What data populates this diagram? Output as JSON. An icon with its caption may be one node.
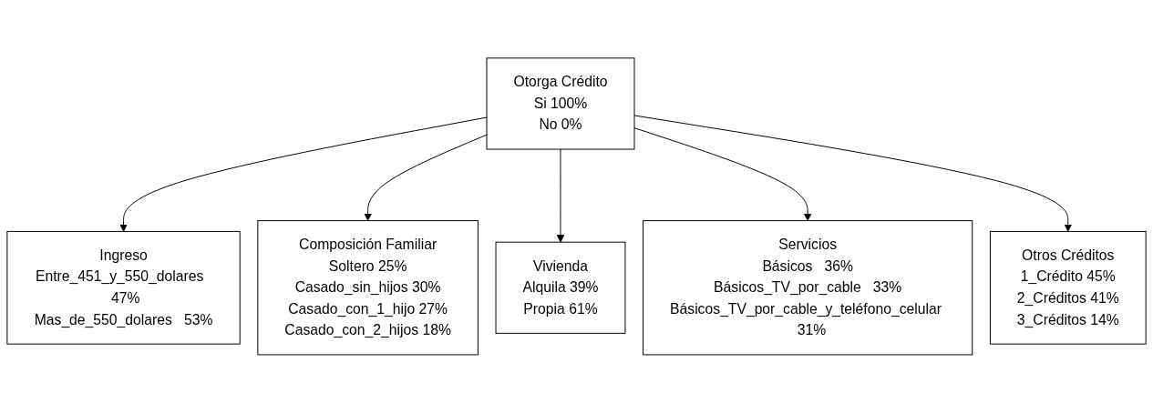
{
  "diagram": {
    "nodes": [
      {
        "text": [
          "Otorga Crédito",
          "Si",
          "100%",
          "No",
          "0%"
        ]
      },
      {
        "text": [
          "Ingreso",
          "Entre_451_y_550_dolares",
          "47%",
          "Mas_de_550_dolares",
          "53%"
        ]
      },
      {
        "text": [
          "Composición Familiar",
          "Soltero",
          "25%",
          "Casado_sin_hijos",
          "30%",
          "Casado_con_1_hijo",
          "27%",
          "Casado_con_2_hijos",
          "18%"
        ]
      },
      {
        "text": [
          "Vivienda",
          "Alquila",
          "39%",
          "Propia",
          "61%"
        ]
      },
      {
        "text": [
          "Servicios",
          "Básicos",
          "36%",
          "Básicos_TV_por_cable",
          "33%",
          "Básicos_TV_por_cable_y_teléfono_celular",
          "31%"
        ]
      },
      {
        "text": [
          "Otros Créditos",
          "1_Crédito",
          "45%",
          "2_Créditos",
          "41%",
          "3_Créditos",
          "14%"
        ]
      }
    ],
    "edges": [
      {
        "from": 0,
        "to": 1,
        "arrow": "to"
      },
      {
        "from": 0,
        "to": 2,
        "arrow": "to"
      },
      {
        "from": 0,
        "to": 3,
        "arrow": "to"
      },
      {
        "from": 0,
        "to": 4,
        "arrow": "to"
      },
      {
        "from": 0,
        "to": 5,
        "arrow": "to"
      }
    ]
  }
}
